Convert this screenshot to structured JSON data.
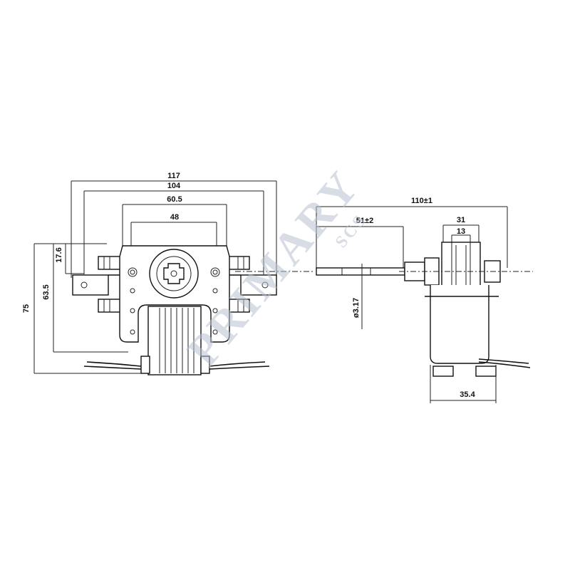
{
  "front_view": {
    "dimensions": {
      "overall_width": "117",
      "bracket_width": "104",
      "frame_width": "60.5",
      "inner_width": "48",
      "offset_height": "17.6",
      "mount_height": "63.5",
      "total_height": "75"
    }
  },
  "side_view": {
    "dimensions": {
      "total_length": "110±1",
      "shaft_length": "51±2",
      "coil_width": "31",
      "core_width": "13",
      "shaft_diameter": "ø3.17",
      "base_width": "35.4"
    }
  },
  "watermark": {
    "main": "PRIMARY",
    "sub": "SCS"
  },
  "colors": {
    "line": "#111111",
    "watermark": "#b9c0cf",
    "background": "#ffffff"
  }
}
